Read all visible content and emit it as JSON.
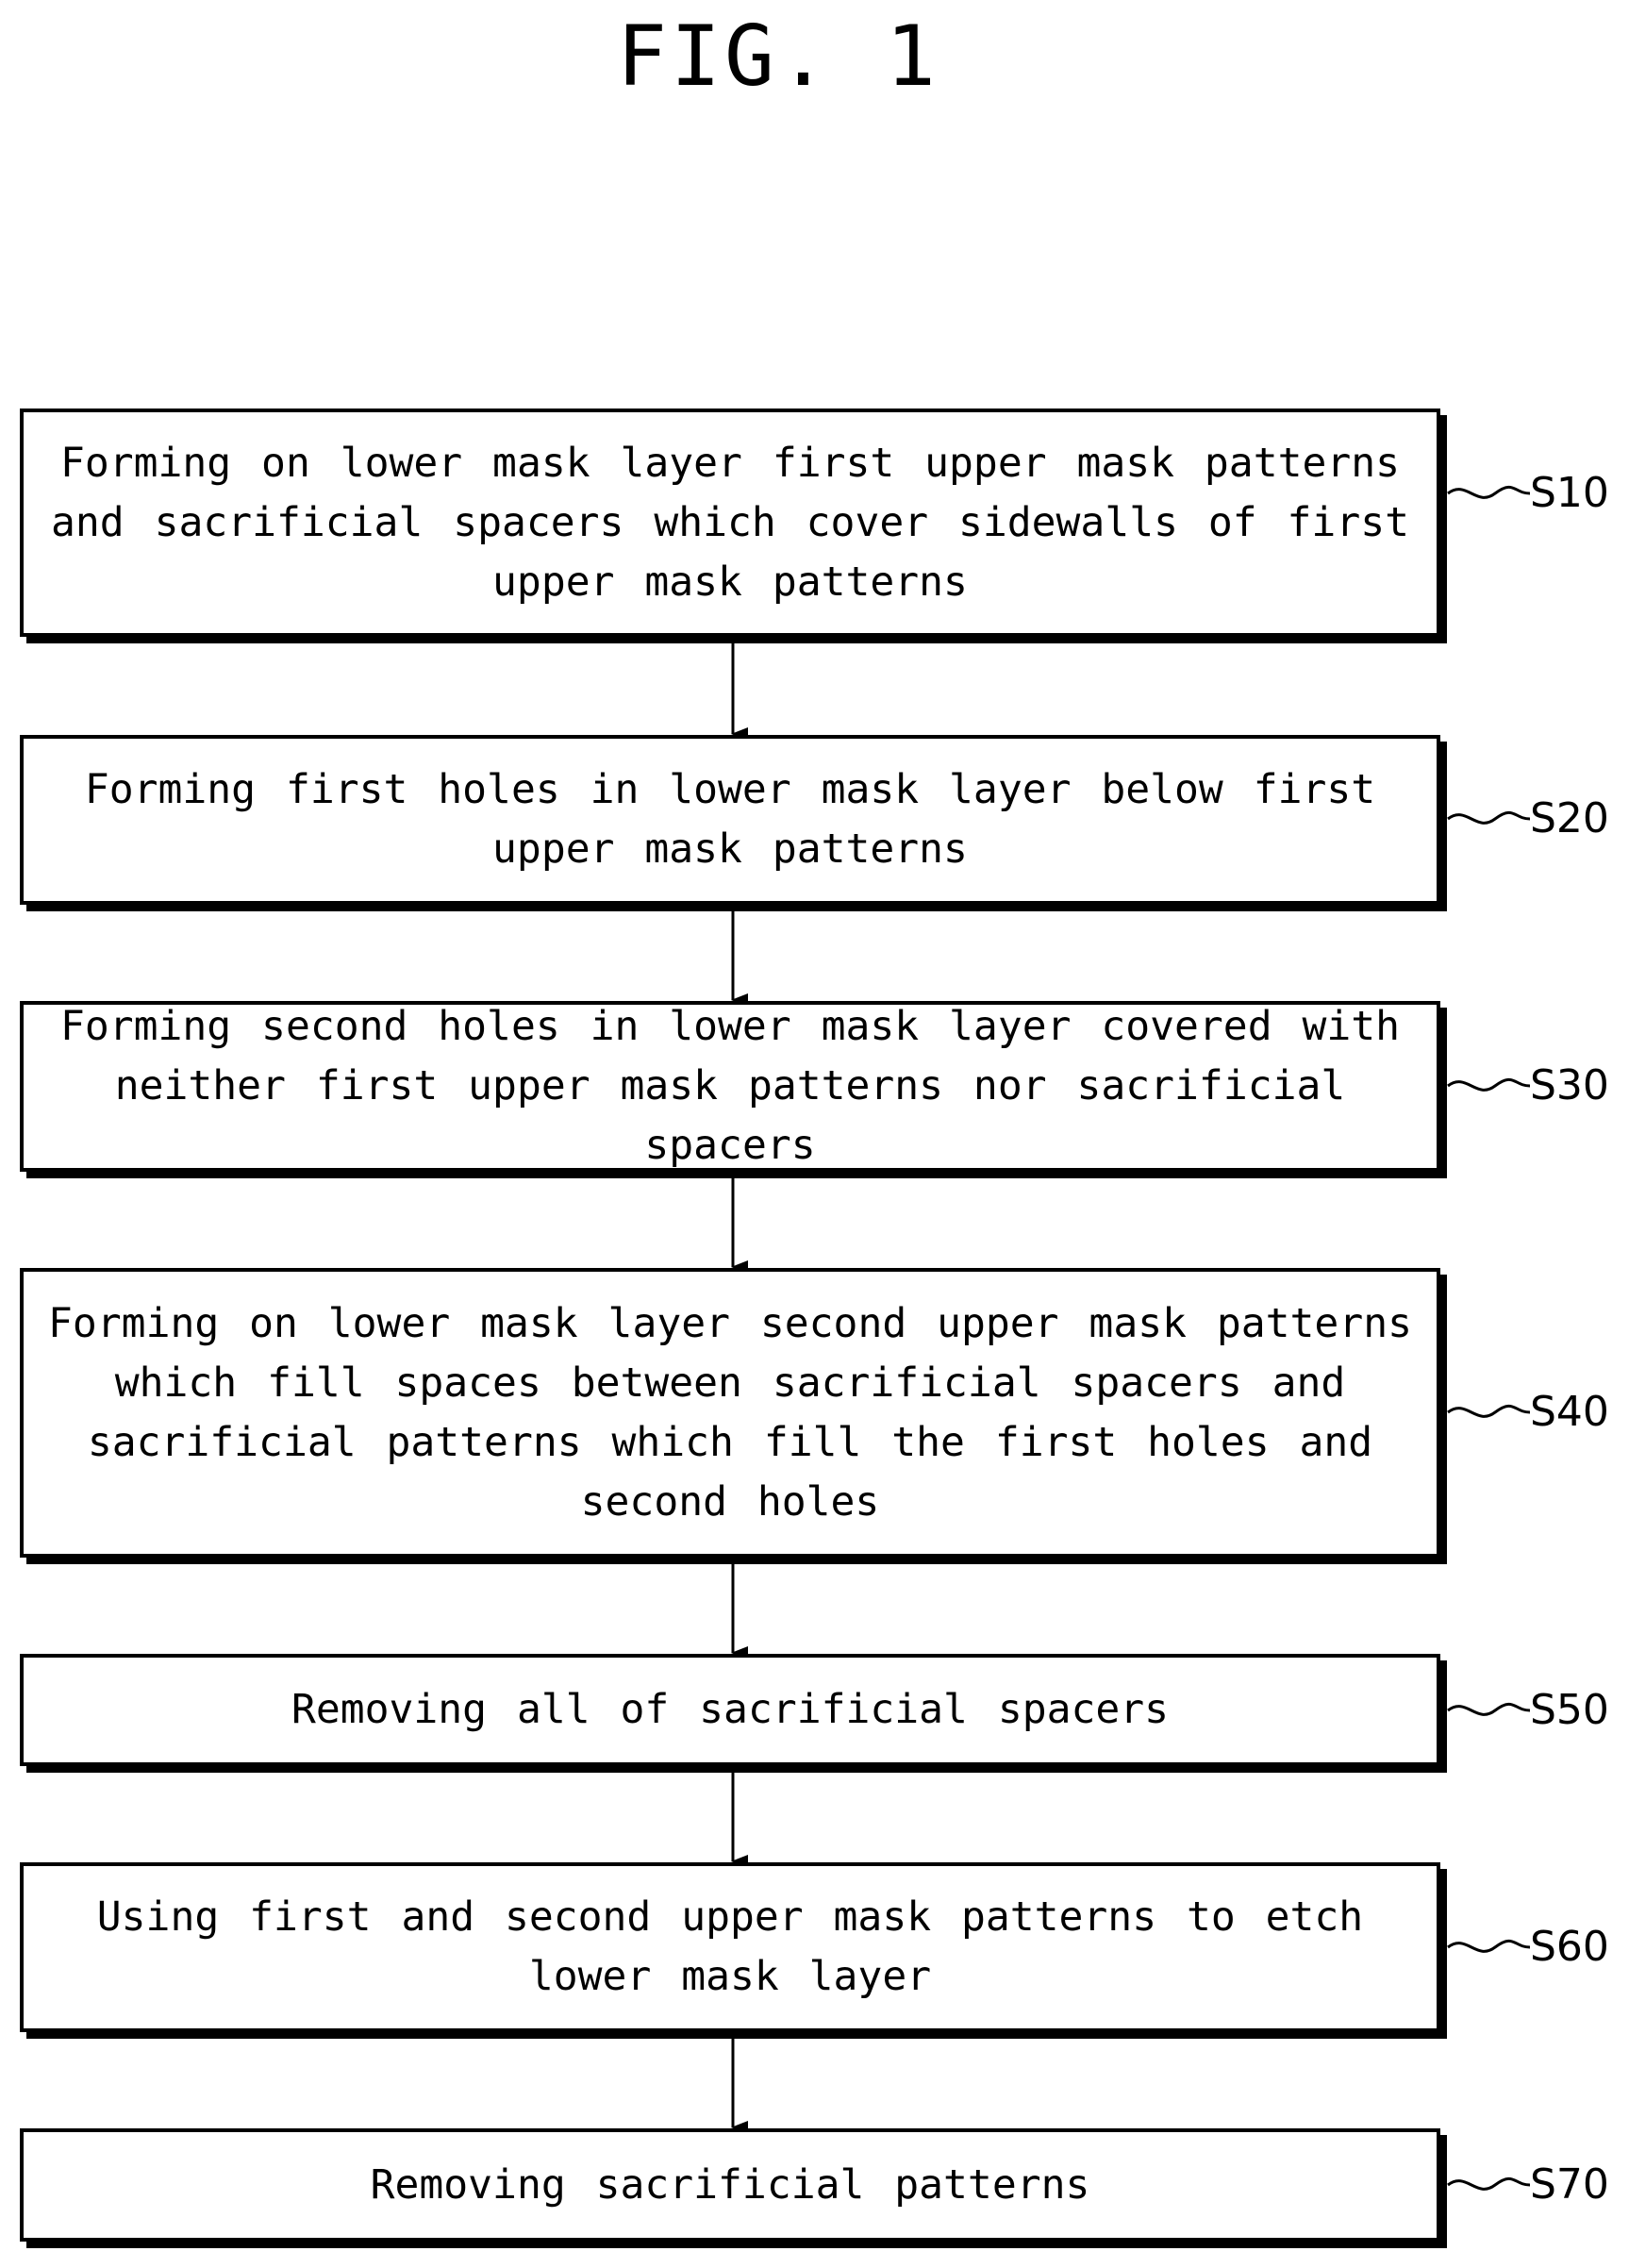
{
  "figure": {
    "title": "FIG. 1"
  },
  "steps": [
    {
      "label": "S10",
      "text": "Forming on lower mask layer first upper mask patterns and sacrificial spacers which cover sidewalls of first upper mask patterns"
    },
    {
      "label": "S20",
      "text": "Forming first holes in lower mask layer below first upper mask patterns"
    },
    {
      "label": "S30",
      "text": "Forming second holes in lower mask layer covered with neither first upper mask patterns nor sacrificial spacers"
    },
    {
      "label": "S40",
      "text": "Forming on lower mask layer second upper mask patterns which fill spaces between sacrificial spacers and sacrificial patterns which fill the first holes and second holes"
    },
    {
      "label": "S50",
      "text": "Removing all of sacrificial spacers"
    },
    {
      "label": "S60",
      "text": "Using first and second upper mask patterns to etch lower mask layer"
    },
    {
      "label": "S70",
      "text": "Removing sacrificial patterns"
    }
  ]
}
